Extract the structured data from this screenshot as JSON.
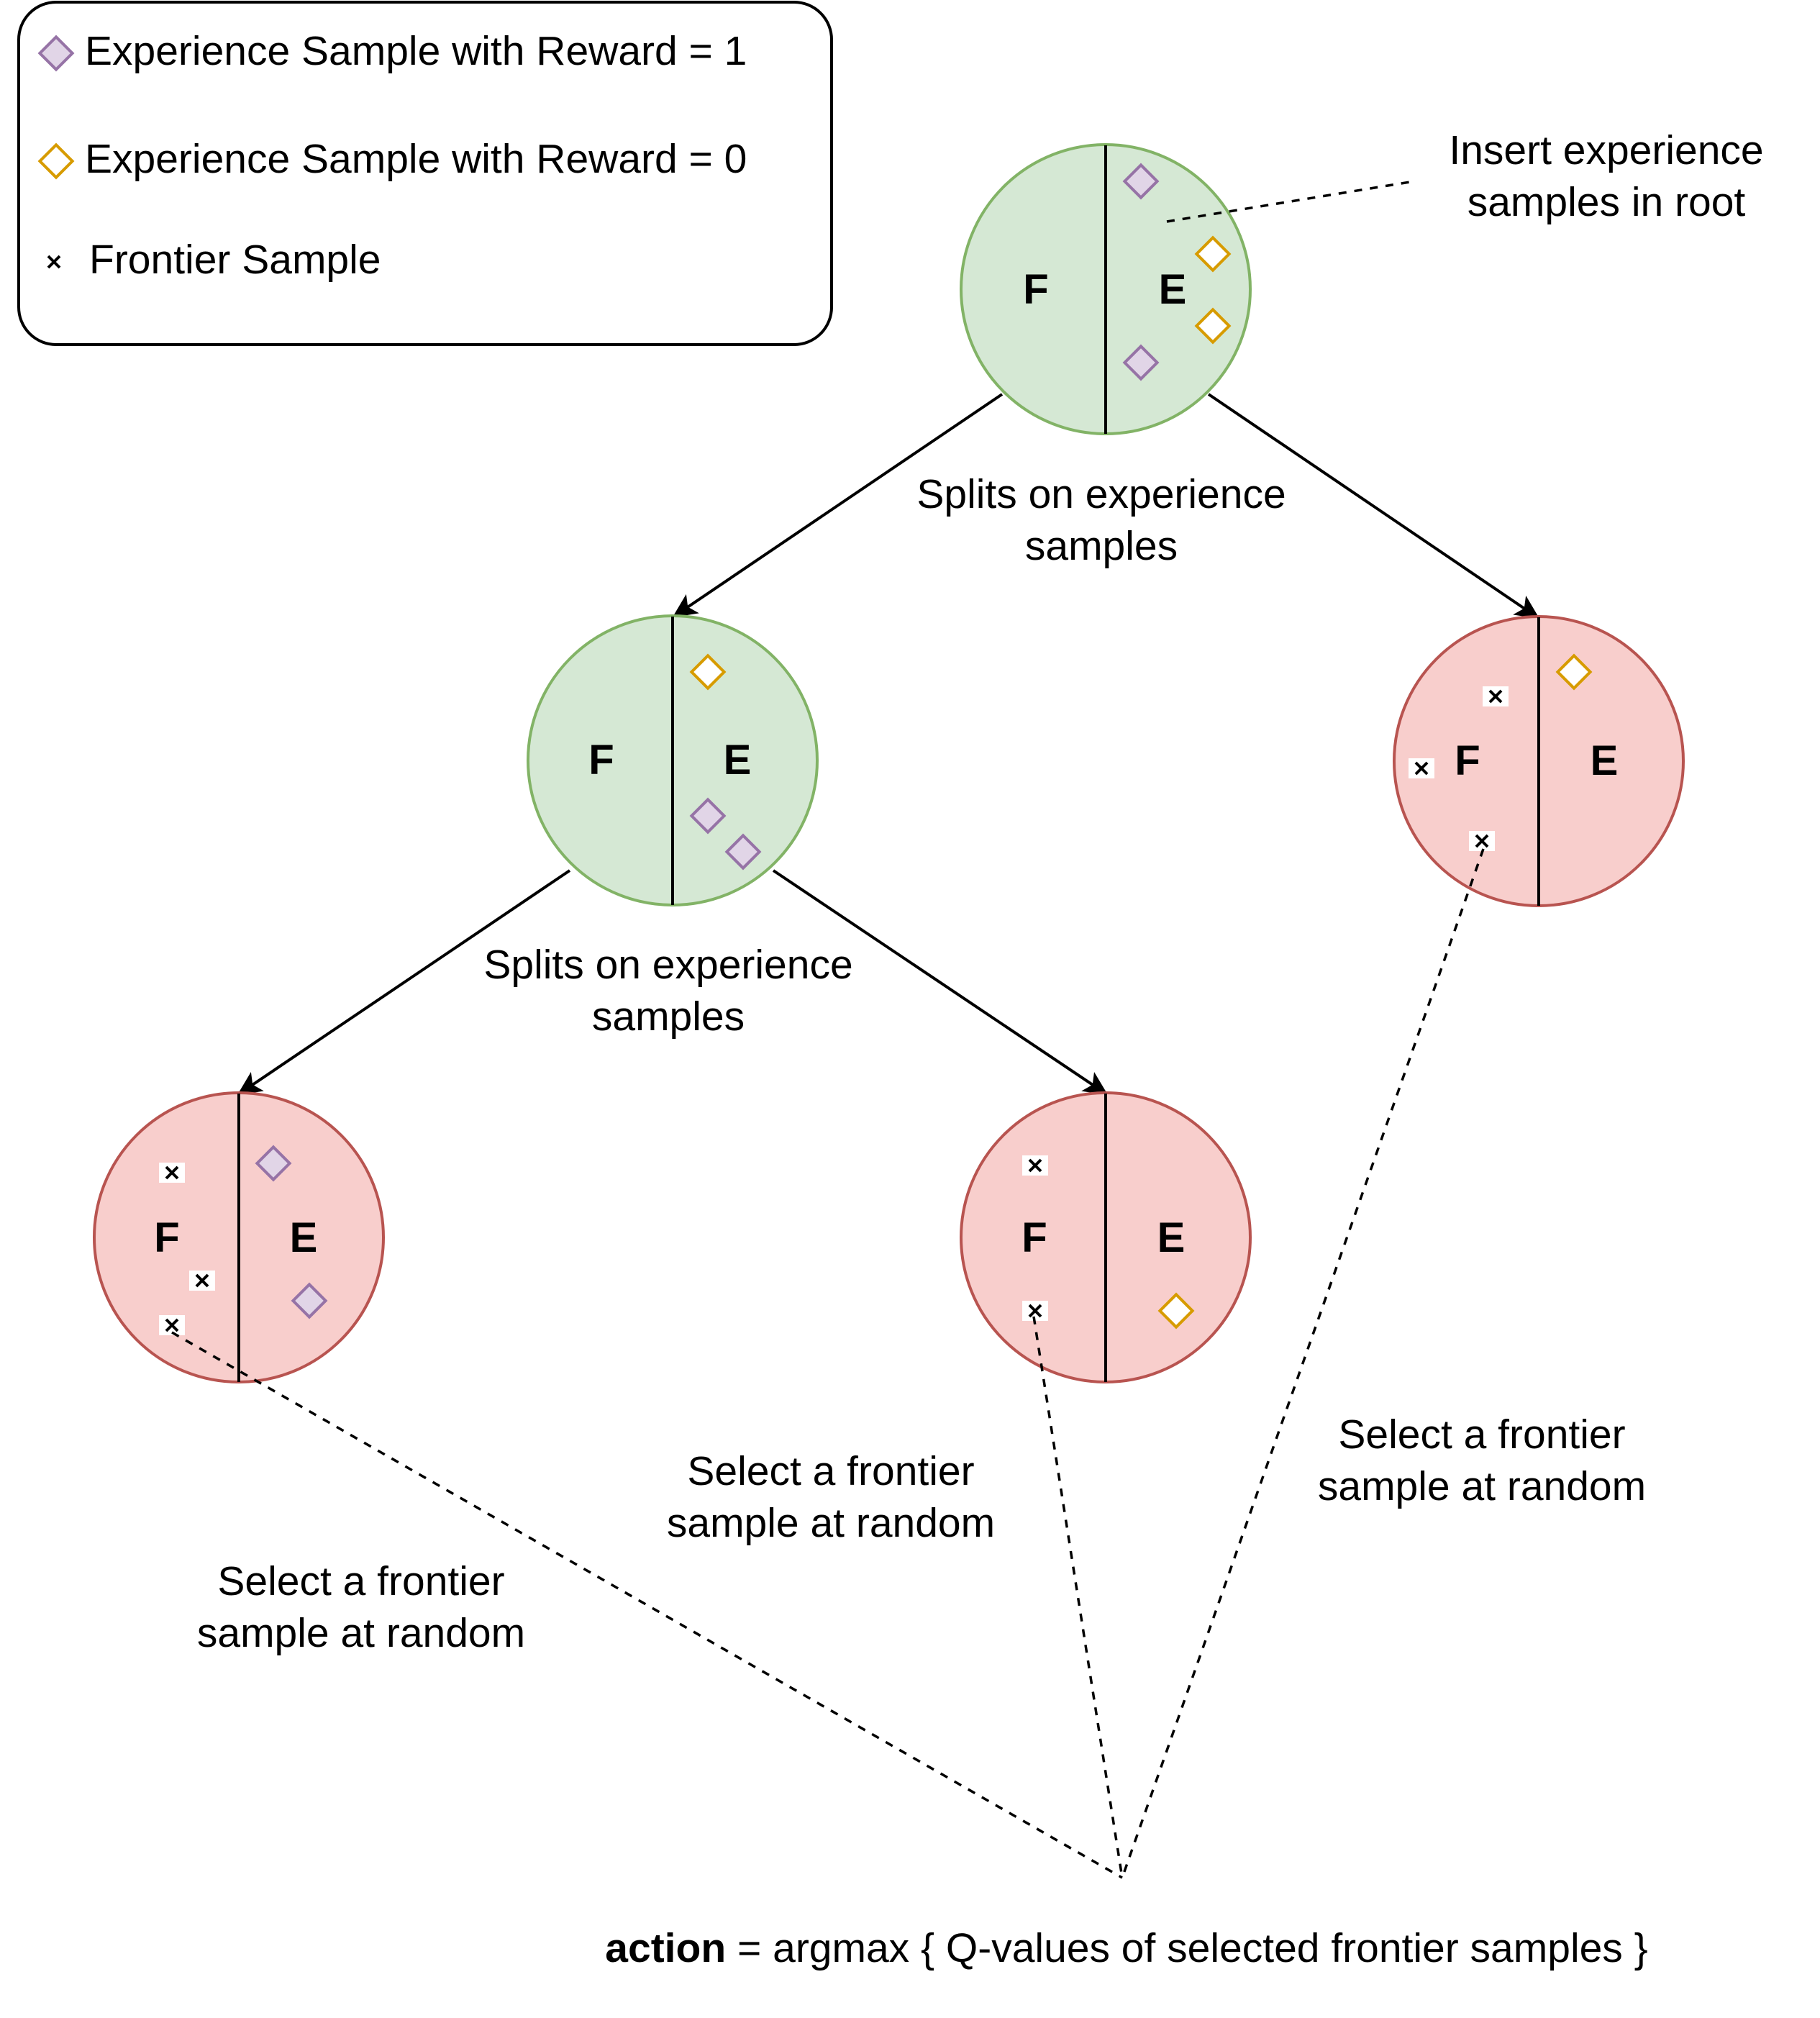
{
  "legend": {
    "items": [
      {
        "label": "Experience Sample with Reward = 1",
        "symbol": "diamond-purple-icon"
      },
      {
        "label": "Experience Sample with Reward = 0",
        "symbol": "diamond-orange-icon"
      },
      {
        "label": "Frontier Sample",
        "symbol": "x-mark-icon"
      }
    ]
  },
  "colors": {
    "reward_one_fill": "#e1d5e7",
    "reward_one_stroke": "#9673a6",
    "reward_zero_fill": "#ffffff",
    "reward_zero_stroke": "#d79b00",
    "green_fill": "#d5e8d4",
    "green_stroke": "#82b366",
    "red_fill": "#f8cecc",
    "red_stroke": "#b85450"
  },
  "nodes": {
    "root": {
      "left": "F",
      "right": "E",
      "status": "green"
    },
    "mid_left": {
      "left": "F",
      "right": "E",
      "status": "green"
    },
    "mid_right": {
      "left": "F",
      "right": "E",
      "status": "red"
    },
    "leaf_left": {
      "left": "F",
      "right": "E",
      "status": "red"
    },
    "leaf_mid": {
      "left": "F",
      "right": "E",
      "status": "red"
    }
  },
  "annotations": {
    "insert": [
      "Insert experience",
      "samples in root"
    ],
    "split_top": [
      "Splits on experience",
      "samples"
    ],
    "split_mid": [
      "Splits on experience",
      "samples"
    ],
    "select_left": [
      "Select a frontier",
      "sample at random"
    ],
    "select_mid": [
      "Select a frontier",
      "sample at random"
    ],
    "select_right": [
      "Select a frontier",
      "sample at random"
    ]
  },
  "formula": {
    "bold": "action",
    "rest": " = argmax { Q-values of selected frontier samples }"
  }
}
